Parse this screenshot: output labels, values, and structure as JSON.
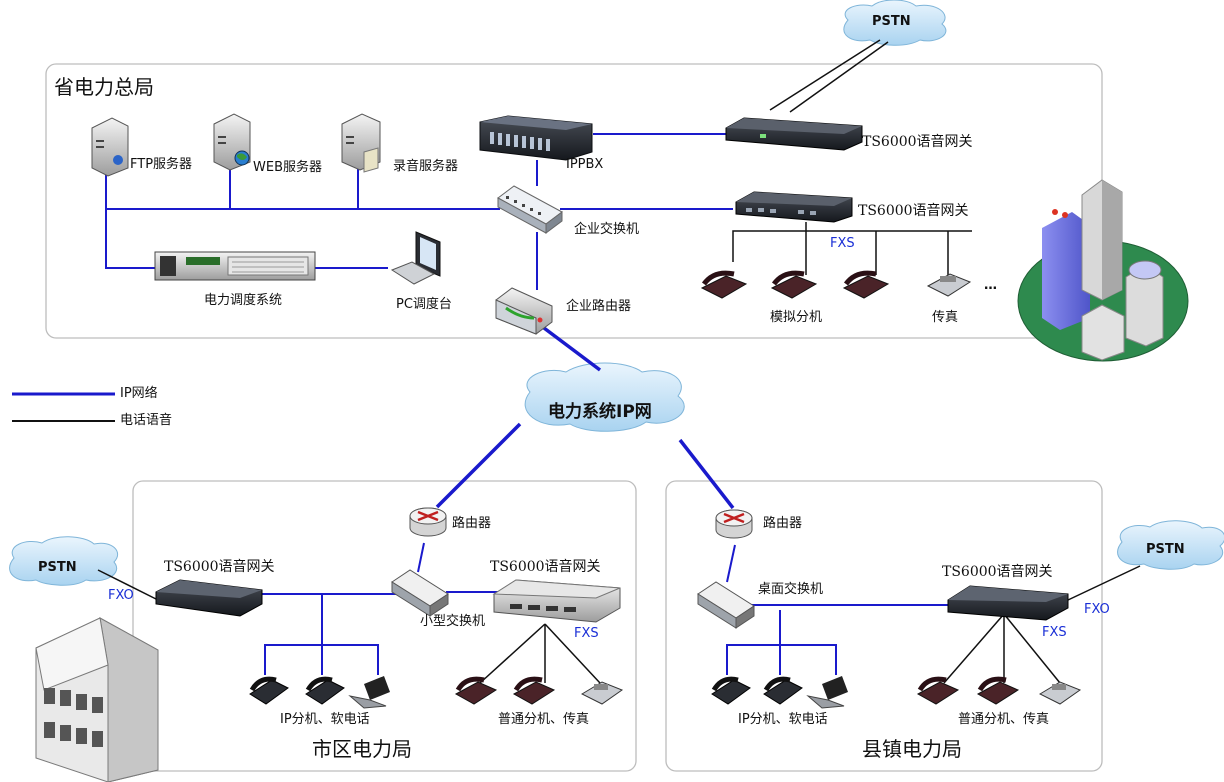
{
  "regions": {
    "province": "省电力总局",
    "city": "市区电力局",
    "county": "县镇电力局"
  },
  "legend": {
    "ip": "IP网络",
    "voice": "电话语音"
  },
  "clouds": {
    "pstn": "PSTN",
    "power_ip": "电力系统IP网"
  },
  "province": {
    "ftp": "FTP服务器",
    "web": "WEB服务器",
    "rec": "录音服务器",
    "ippbx": "IPPBX",
    "switch": "企业交换机",
    "router": "企业路由器",
    "dispatch": "电力调度系统",
    "pc": "PC调度台",
    "gw1": "TS6000语音网关",
    "gw2": "TS6000语音网关",
    "fxs": "FXS",
    "analog": "模拟分机",
    "fax": "传真",
    "dots": "…"
  },
  "city": {
    "router": "路由器",
    "switch": "小型交换机",
    "gw_left": "TS6000语音网关",
    "gw_right": "TS6000语音网关",
    "fxo": "FXO",
    "fxs": "FXS",
    "ip_phones": "IP分机、软电话",
    "normal": "普通分机、传真"
  },
  "county": {
    "router": "路由器",
    "switch": "桌面交换机",
    "gw": "TS6000语音网关",
    "fxo": "FXO",
    "fxs": "FXS",
    "ip_phones": "IP分机、软电话",
    "normal": "普通分机、传真"
  },
  "colors": {
    "ip_line": "#1a1acc",
    "voice_line": "#111111",
    "cloud": "#c9e4f7",
    "frame": "#bdbdbd",
    "lawn": "#2e8a4e"
  }
}
